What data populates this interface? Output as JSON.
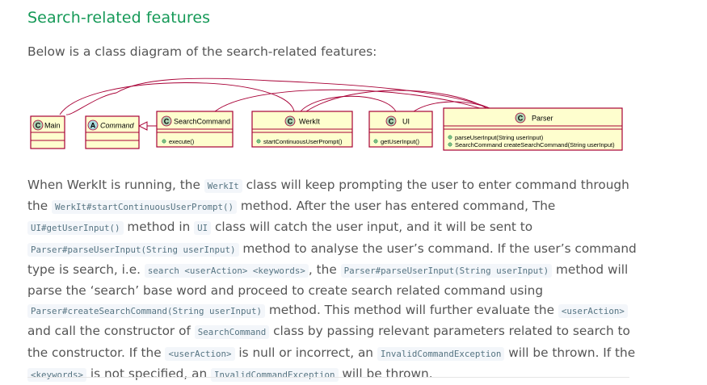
{
  "section": {
    "title": "Search-related features",
    "intro": "Below is a class diagram of the search-related features:"
  },
  "diagram": {
    "classes": [
      {
        "kind": "C",
        "name": "Main",
        "methods": []
      },
      {
        "kind": "A",
        "name": "Command",
        "methods": []
      },
      {
        "kind": "C",
        "name": "SearchCommand",
        "methods": [
          "execute()"
        ]
      },
      {
        "kind": "C",
        "name": "WerkIt",
        "methods": [
          "startContinuousUserPrompt()"
        ]
      },
      {
        "kind": "C",
        "name": "UI",
        "methods": [
          "getUserInput()"
        ]
      },
      {
        "kind": "C",
        "name": "Parser",
        "methods": [
          "parseUserInput(String userInput)",
          "SearchCommand createSearchCommand(String userInput)"
        ]
      }
    ],
    "colors": {
      "class_fill": "#fefece",
      "class_border": "#a80036",
      "c_badge": "#add1b2",
      "a_badge": "#a9dcdf",
      "method_dot": "#84be84"
    }
  },
  "paragraph": [
    {
      "t": "text",
      "v": "When WerkIt is running, the "
    },
    {
      "t": "code",
      "v": "WerkIt"
    },
    {
      "t": "text",
      "v": " class will keep prompting the user to enter command through the "
    },
    {
      "t": "code",
      "v": "WerkIt#startContinuousUserPrompt()"
    },
    {
      "t": "text",
      "v": " method. After the user has entered command, The "
    },
    {
      "t": "code",
      "v": "UI#getUserInput()"
    },
    {
      "t": "text",
      "v": " method in "
    },
    {
      "t": "code",
      "v": "UI"
    },
    {
      "t": "text",
      "v": " class will catch the user input, and it will be sent to "
    },
    {
      "t": "code",
      "v": "Parser#parseUserInput(String userInput)"
    },
    {
      "t": "text",
      "v": " method to analyse the user’s command. If the user’s command type is search, i.e. "
    },
    {
      "t": "code",
      "v": "search <userAction> <keywords>"
    },
    {
      "t": "text",
      "v": ", the "
    },
    {
      "t": "code",
      "v": "Parser#parseUserInput(String userInput)"
    },
    {
      "t": "text",
      "v": " method will parse the ‘search’ base word and proceed to create search related command using "
    },
    {
      "t": "code",
      "v": "Parser#createSearchCommand(String userInput)"
    },
    {
      "t": "text",
      "v": " method. This method will further evaluate the "
    },
    {
      "t": "code",
      "v": "<userAction>"
    },
    {
      "t": "text",
      "v": " and call the constructor of "
    },
    {
      "t": "code",
      "v": "SearchCommand"
    },
    {
      "t": "text",
      "v": " class by passing relevant parameters related to search to the constructor. If the "
    },
    {
      "t": "code",
      "v": "<userAction>"
    },
    {
      "t": "text",
      "v": " is null or incorrect, an "
    },
    {
      "t": "code",
      "v": "InvalidCommandException"
    },
    {
      "t": "text",
      "v": " will be thrown. If the "
    },
    {
      "t": "code",
      "v": "<keywords>"
    },
    {
      "t": "text",
      "v": " is not specified, an "
    },
    {
      "t": "code",
      "v": "InvalidCommandException"
    },
    {
      "t": "text",
      "v": " will be thrown."
    }
  ]
}
